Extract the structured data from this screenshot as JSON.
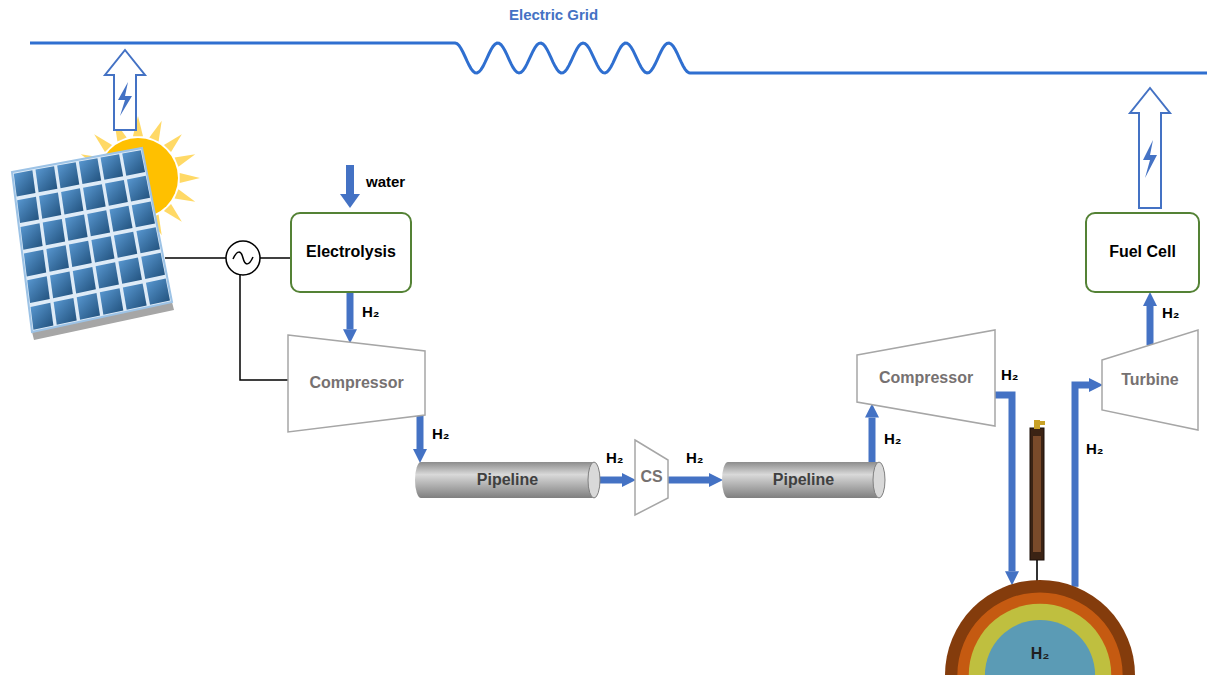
{
  "diagram": {
    "nodes": [
      {
        "text": [
          "Electrolysis"
        ]
      },
      {
        "text": [
          "Compressor"
        ]
      },
      {
        "text": [
          "Pipeline"
        ]
      },
      {
        "text": [
          "CS"
        ]
      },
      {
        "text": [
          "Pipeline"
        ]
      },
      {
        "text": [
          "Compressor"
        ]
      },
      {
        "text": [
          "H₂"
        ]
      },
      {
        "text": [
          "Turbine"
        ]
      },
      {
        "text": [
          "Fuel Cell"
        ]
      }
    ],
    "edges": [
      {
        "from": 0,
        "to": 1,
        "label": "H₂",
        "arrow": "to"
      },
      {
        "from": 1,
        "to": 2,
        "label": "H₂",
        "arrow": "to"
      },
      {
        "from": 2,
        "to": 3,
        "label": "H₂",
        "arrow": "to"
      },
      {
        "from": 3,
        "to": 4,
        "label": "H₂",
        "arrow": "to"
      },
      {
        "from": 4,
        "to": 5,
        "label": "H₂",
        "arrow": "to"
      },
      {
        "from": 5,
        "to": 6,
        "label": "H₂",
        "arrow": "to"
      },
      {
        "from": 6,
        "to": 7,
        "label": "H₂",
        "arrow": "to"
      },
      {
        "from": 7,
        "to": 8,
        "label": "H₂",
        "arrow": "to"
      }
    ],
    "labels": [
      "Electric Grid",
      "water"
    ]
  }
}
